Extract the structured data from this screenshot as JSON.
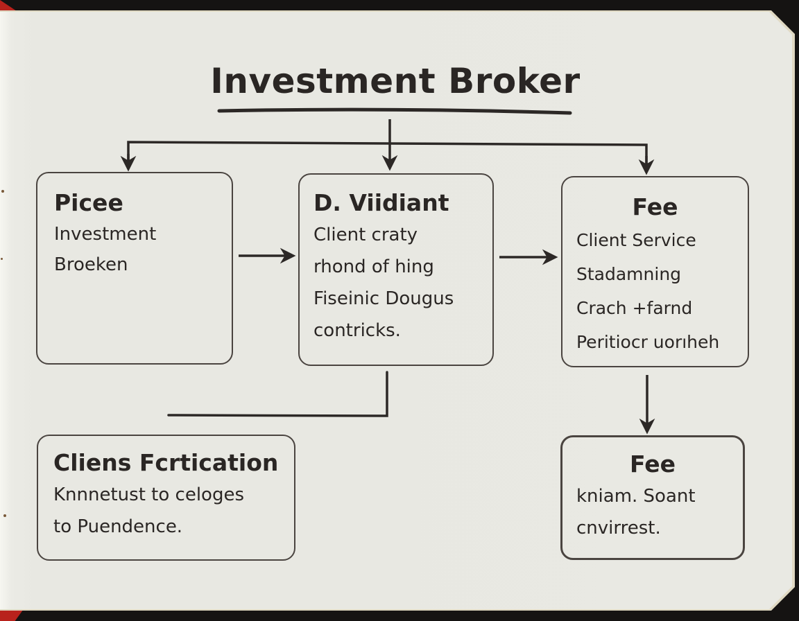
{
  "diagram": {
    "title": "Investment Broker",
    "nodes": [
      {
        "id": "picee",
        "heading": "Picee",
        "lines": [
          "Investment",
          "Broeken"
        ]
      },
      {
        "id": "viidiant",
        "heading": "D. Viidiant",
        "lines": [
          "Client craty",
          "rhond of  hing",
          "Fiseinic Dougus",
          "contricks."
        ]
      },
      {
        "id": "fee1",
        "heading": "Fee",
        "lines": [
          "Client Service",
          "Stadamning",
          "Crach +farnd",
          "Peritiocr uorıheh"
        ]
      },
      {
        "id": "clients",
        "heading": "Cliens Fcrtication",
        "lines": [
          "Knnnetust to celoges",
          "to Puendence."
        ]
      },
      {
        "id": "fee2",
        "heading": "Fee",
        "lines": [
          "kniam. Soant",
          "cnvirrest."
        ]
      }
    ],
    "edges": [
      {
        "from": "title",
        "to": "picee"
      },
      {
        "from": "title",
        "to": "viidiant"
      },
      {
        "from": "title",
        "to": "fee1"
      },
      {
        "from": "picee",
        "to": "viidiant"
      },
      {
        "from": "viidiant",
        "to": "fee1"
      },
      {
        "from": "fee1",
        "to": "fee2"
      },
      {
        "from": "viidiant",
        "to": "clients",
        "style": "elbow-line-no-arrow"
      }
    ],
    "colors": {
      "ink": "#2a2624",
      "paper": "#e9e9e3",
      "background": "#151312",
      "binding": "#b8221c"
    }
  }
}
